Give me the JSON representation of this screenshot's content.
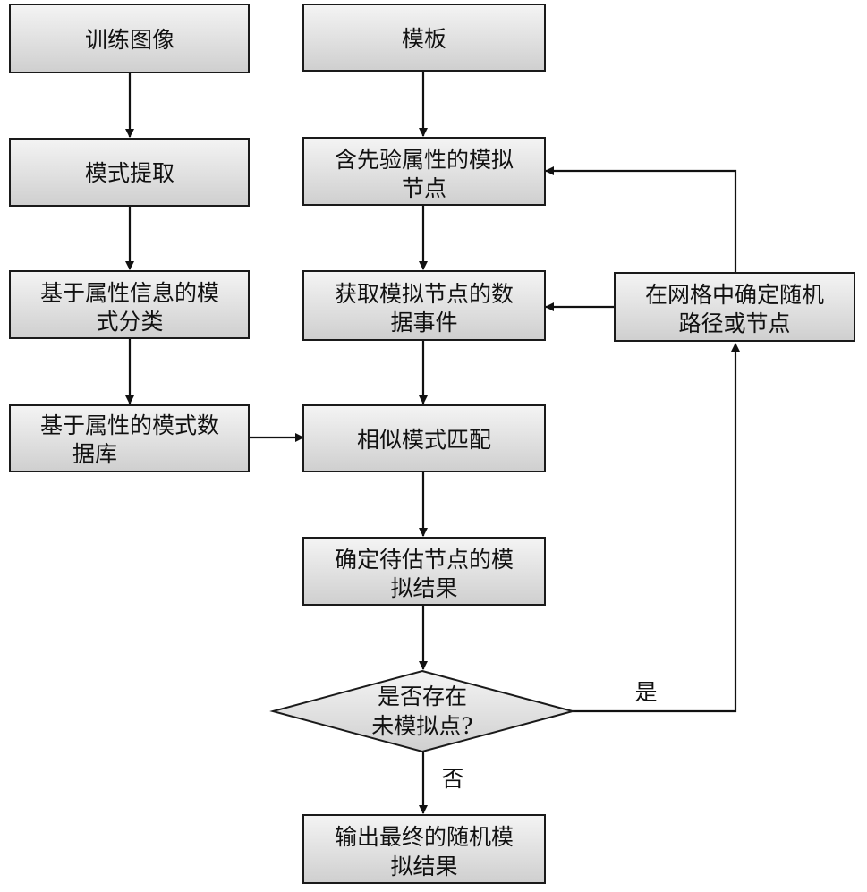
{
  "nodes": {
    "training_image": {
      "lines": [
        "训练图像"
      ]
    },
    "pattern_extraction": {
      "lines": [
        "模式提取"
      ]
    },
    "pattern_classification": {
      "lines": [
        "基于属性信息的模",
        "式分类"
      ]
    },
    "pattern_database": {
      "lines": [
        "基于属性的模式数",
        "据库"
      ]
    },
    "template": {
      "lines": [
        "模板"
      ]
    },
    "prior_nodes": {
      "lines": [
        "含先验属性的模拟",
        "节点"
      ]
    },
    "data_event": {
      "lines": [
        "获取模拟节点的数",
        "据事件"
      ]
    },
    "pattern_matching": {
      "lines": [
        "相似模式匹配"
      ]
    },
    "estimate_result": {
      "lines": [
        "确定待估节点的模",
        "拟结果"
      ]
    },
    "check_unsimulated": {
      "lines": [
        "是否存在",
        "未模拟点?"
      ]
    },
    "output_result": {
      "lines": [
        "输出最终的随机模",
        "拟结果"
      ]
    },
    "random_path": {
      "lines": [
        "在网格中确定随机",
        "路径或节点"
      ]
    }
  },
  "edges": {
    "yes_label": "是",
    "no_label": "否"
  },
  "colors": {
    "box_fill_top": "#f4f4f4",
    "box_fill_bottom": "#cfcfcf",
    "stroke": "#1a1a1a"
  }
}
